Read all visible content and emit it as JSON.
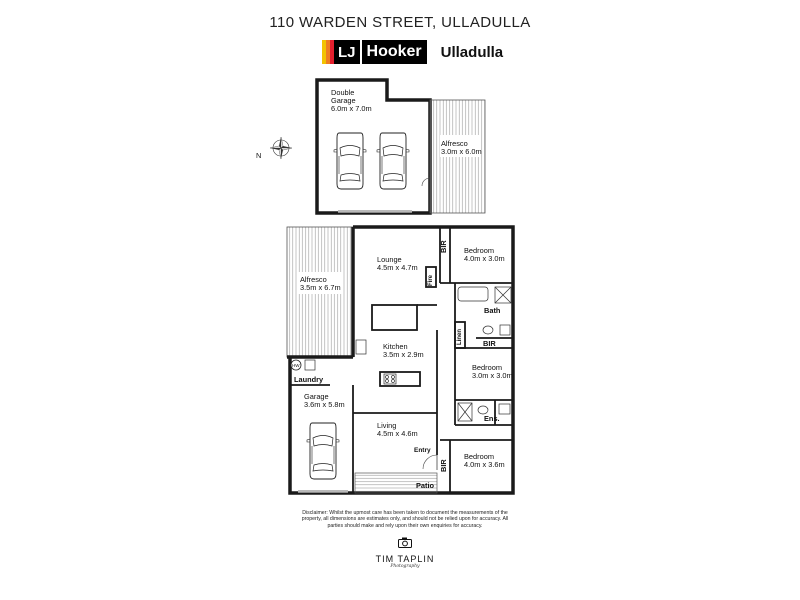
{
  "header": {
    "address": "110 WARDEN STREET, ULLADULLA",
    "logo_lj": "LJ",
    "logo_hooker": "Hooker",
    "suburb": "Ulladulla"
  },
  "brand_colors": {
    "lj_stripes": [
      "#f2c300",
      "#ee7d1f",
      "#e4202e"
    ],
    "logo_bg": "#000000"
  },
  "compass": {
    "north_label": "N",
    "icon": "compass-rose-icon"
  },
  "rooms": {
    "double_garage": {
      "name": "Double\nGarage",
      "name_line1": "Double",
      "name_line2": "Garage",
      "size": "6.0m x 7.0m"
    },
    "alfresco_top": {
      "name": "Alfresco",
      "size": "3.0m x 6.0m"
    },
    "alfresco_left": {
      "name": "Alfresco",
      "size": "3.5m x 6.7m"
    },
    "lounge": {
      "name": "Lounge",
      "size": "4.5m x 4.7m"
    },
    "kitchen": {
      "name": "Kitchen",
      "size": "3.5m x 2.9m"
    },
    "living": {
      "name": "Living",
      "size": "4.5m x 4.6m"
    },
    "garage": {
      "name": "Garage",
      "size": "3.6m x 5.8m"
    },
    "bedroom_1": {
      "name": "Bedroom",
      "size": "4.0m x 3.0m"
    },
    "bedroom_2": {
      "name": "Bedroom",
      "size": "3.0m x 3.0m"
    },
    "bedroom_3": {
      "name": "Bedroom",
      "size": "4.0m x 3.6m"
    }
  },
  "labels": {
    "bir": "BIR",
    "fire": "Fire",
    "bath": "Bath",
    "linen": "Linen",
    "ens": "Ens.",
    "laundry": "Laundry",
    "entry": "Entry",
    "patio": "Patio",
    "hw": "HW"
  },
  "disclaimer": "Disclaimer: Whilst the upmost care has been taken to document the measurements of the property, all dimensions are estimates only, and should not be relied upon for accuracy. All parties should make and rely upon their own enquiries for accuracy.",
  "photographer": {
    "name": "TIM TAPLIN",
    "tagline": "Photography"
  }
}
